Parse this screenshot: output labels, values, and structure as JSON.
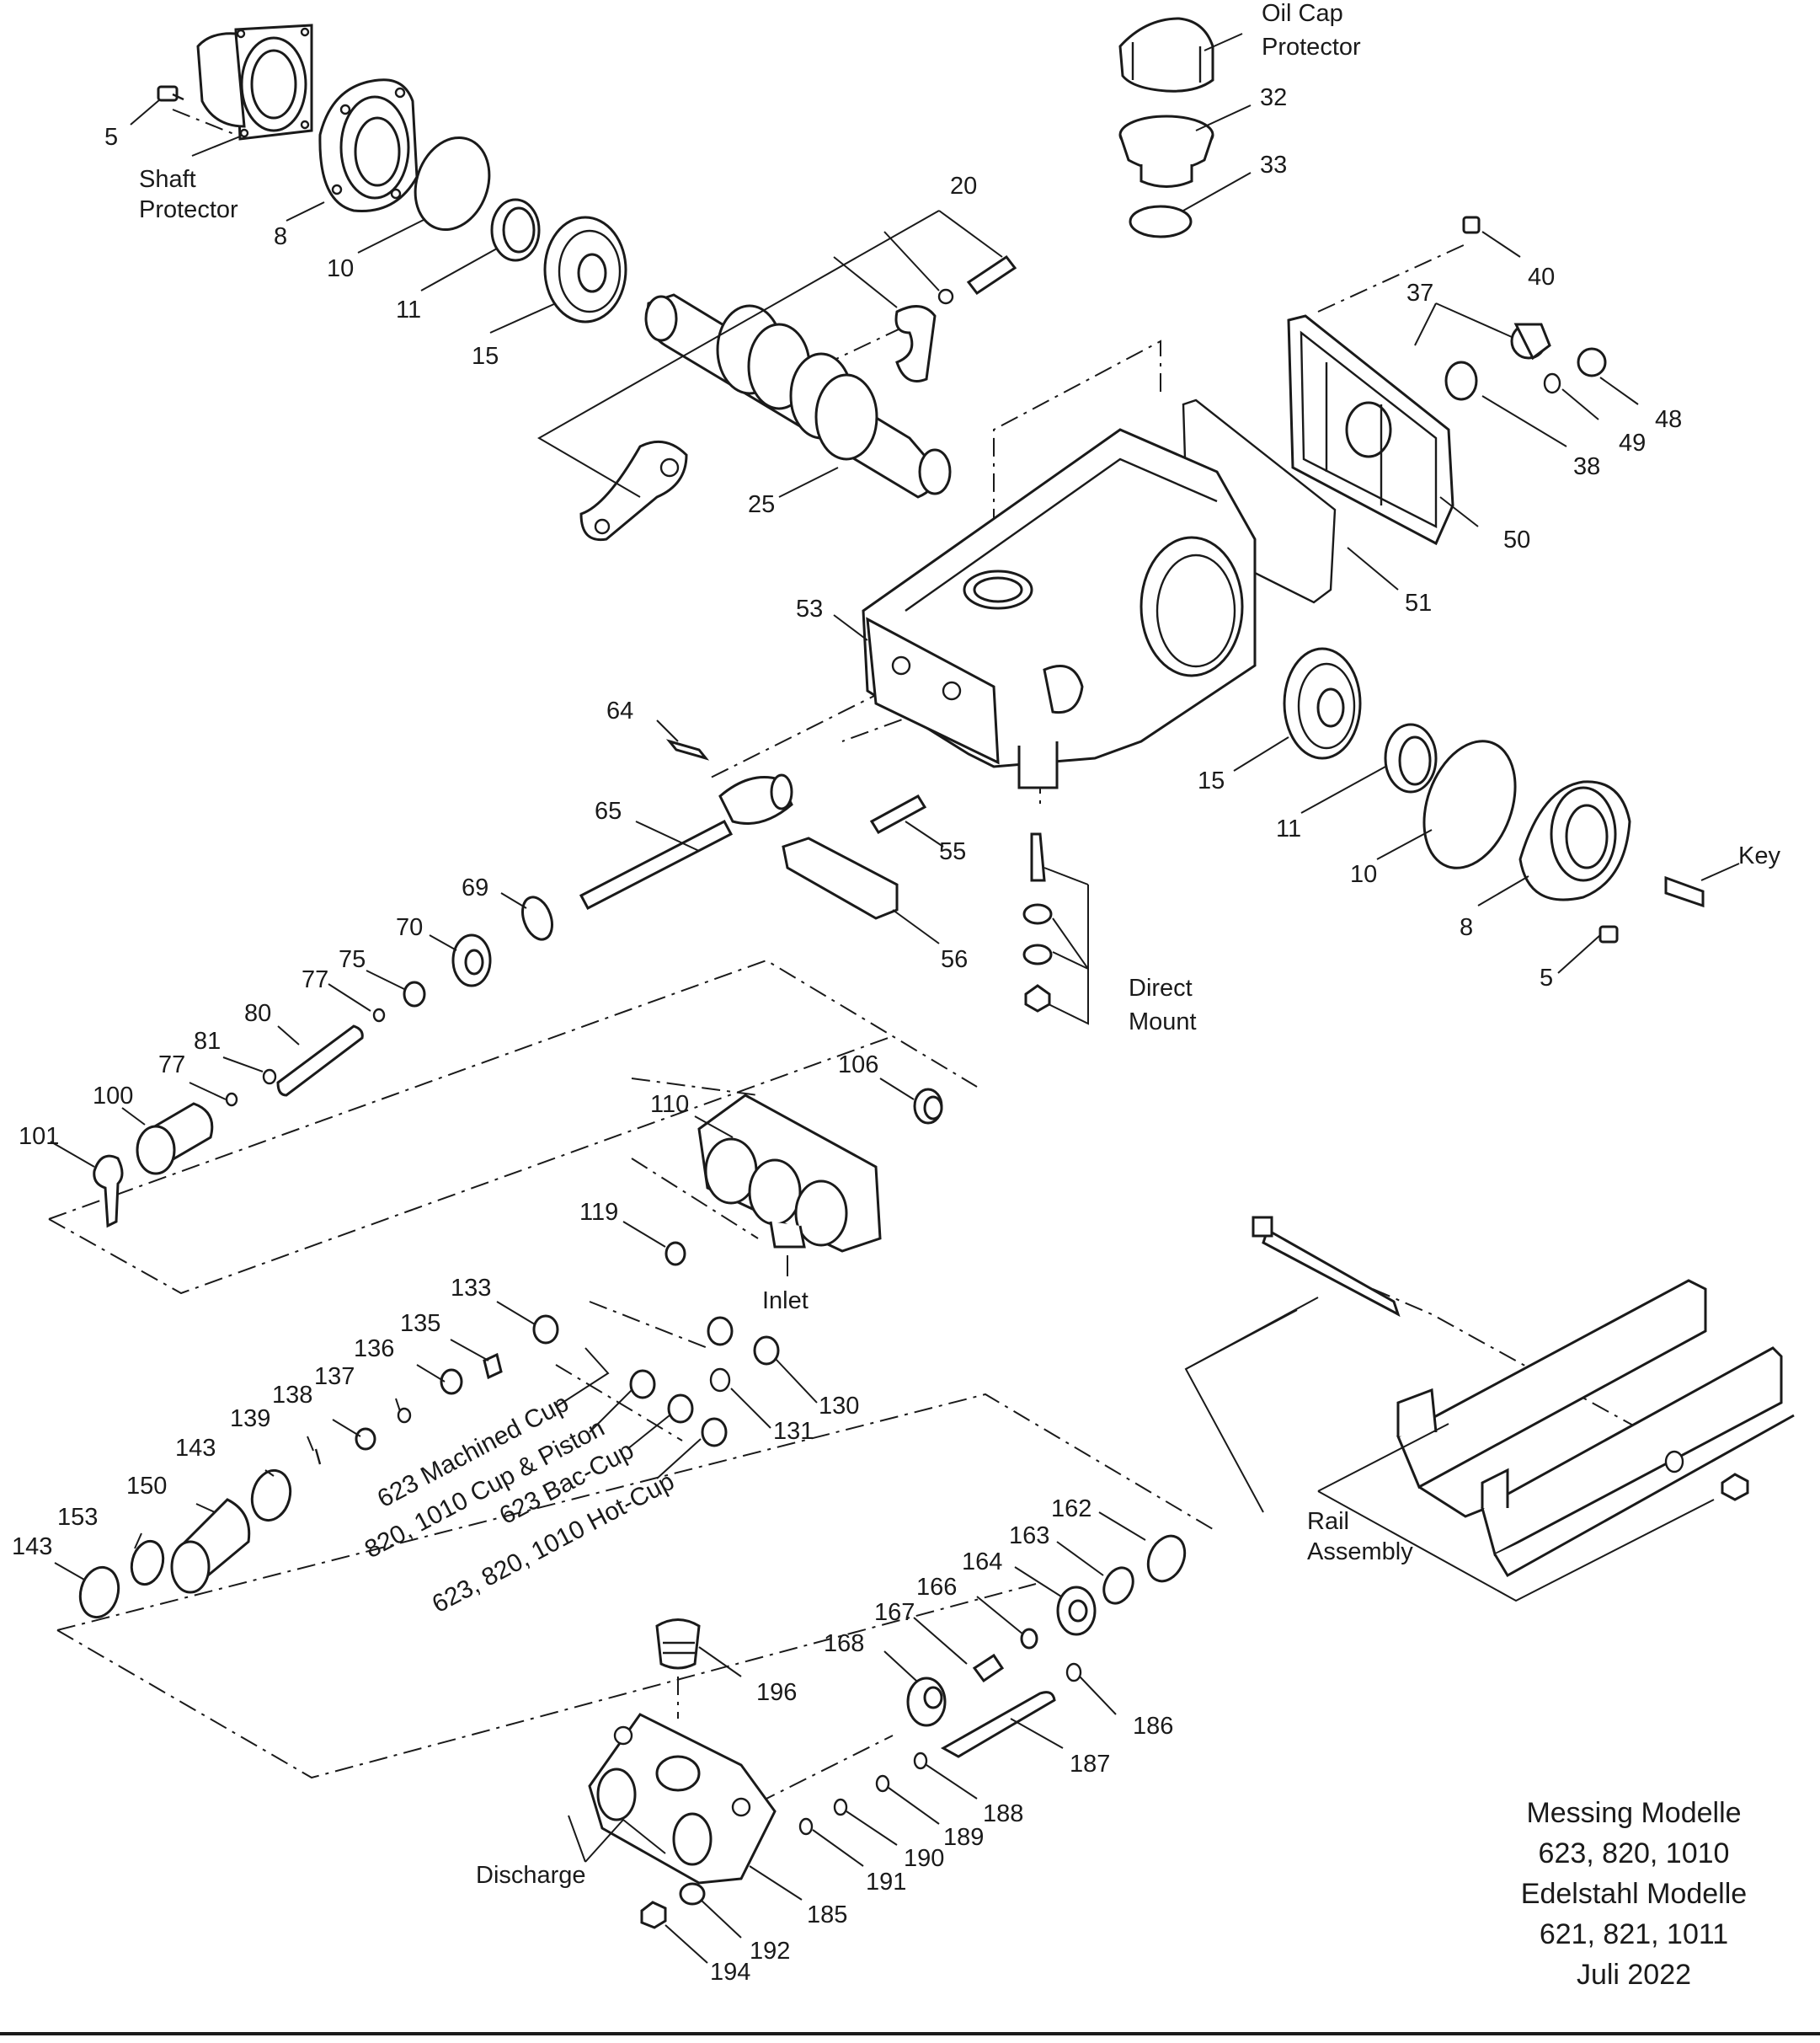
{
  "labels": {
    "oil_cap_protector": [
      "Oil Cap",
      "Protector"
    ],
    "shaft_protector": [
      "Shaft",
      "Protector"
    ],
    "direct_mount": [
      "Direct",
      "Mount"
    ],
    "rail_assembly": [
      "Rail",
      "Assembly"
    ],
    "inlet": "Inlet",
    "discharge": "Discharge",
    "key": "Key",
    "variants": {
      "machined_cup": "623 Machined Cup",
      "cup_piston": "820, 1010 Cup & Piston",
      "bac_cup": "623 Bac-Cup",
      "hot_cup": "623, 820, 1010 Hot-Cup"
    }
  },
  "part_numbers": {
    "n5a": "5",
    "n8a": "8",
    "n10a": "10",
    "n11a": "11",
    "n15a": "15",
    "n20": "20",
    "n25": "25",
    "n32": "32",
    "n33": "33",
    "n37": "37",
    "n38": "38",
    "n40": "40",
    "n48": "48",
    "n49": "49",
    "n50": "50",
    "n51": "51",
    "n53": "53",
    "n55": "55",
    "n56": "56",
    "n64": "64",
    "n65": "65",
    "n69": "69",
    "n70": "70",
    "n75": "75",
    "n77a": "77",
    "n77b": "77",
    "n80": "80",
    "n81": "81",
    "n100": "100",
    "n101": "101",
    "n106": "106",
    "n110": "110",
    "n119": "119",
    "n15b": "15",
    "n11b": "11",
    "n10b": "10",
    "n8b": "8",
    "n5b": "5",
    "n130": "130",
    "n131": "131",
    "n133": "133",
    "n135": "135",
    "n136": "136",
    "n137": "137",
    "n138": "138",
    "n139": "139",
    "n143a": "143",
    "n143b": "143",
    "n150": "150",
    "n153": "153",
    "n162": "162",
    "n163": "163",
    "n164": "164",
    "n166": "166",
    "n167": "167",
    "n168": "168",
    "n185": "185",
    "n186": "186",
    "n187": "187",
    "n188": "188",
    "n189": "189",
    "n190": "190",
    "n191": "191",
    "n192": "192",
    "n194": "194",
    "n196": "196"
  },
  "title_block": {
    "line1": "Messing Modelle",
    "line2": "623, 820, 1010",
    "line3": "Edelstahl Modelle",
    "line4": "621, 821, 1011",
    "line5": "Juli 2022"
  }
}
